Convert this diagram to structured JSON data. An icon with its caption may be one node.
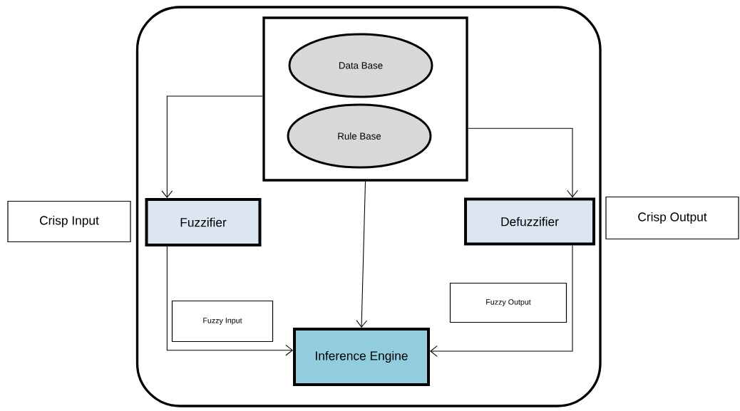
{
  "diagram": {
    "nodes": [
      {
        "text": [],
        "shape": "box"
      },
      {
        "text": [],
        "shape": "box",
        "in": 0
      },
      {
        "text": [
          "Data Base"
        ],
        "in": 1
      },
      {
        "text": [
          "Rule Base"
        ],
        "in": 1
      },
      {
        "text": [
          "Crisp Input"
        ]
      },
      {
        "text": [
          "Fuzzifier"
        ],
        "in": 0
      },
      {
        "text": [
          "Defuzzifier"
        ],
        "in": 0
      },
      {
        "text": [
          "Crisp Output"
        ]
      },
      {
        "text": [
          "Fuzzy Input"
        ],
        "in": 0
      },
      {
        "text": [
          "Fuzzy Output"
        ],
        "in": 0
      },
      {
        "text": [
          "Inference Engine"
        ],
        "in": 0
      }
    ],
    "edges": [
      {
        "from": 1,
        "to": 5,
        "arrow": "to"
      },
      {
        "from": 1,
        "to": 6,
        "arrow": "to"
      },
      {
        "from": 1,
        "to": 10,
        "arrow": "to"
      },
      {
        "from": 5,
        "to": 10,
        "arrow": "to"
      },
      {
        "from": 6,
        "to": 10,
        "arrow": "to"
      }
    ]
  }
}
